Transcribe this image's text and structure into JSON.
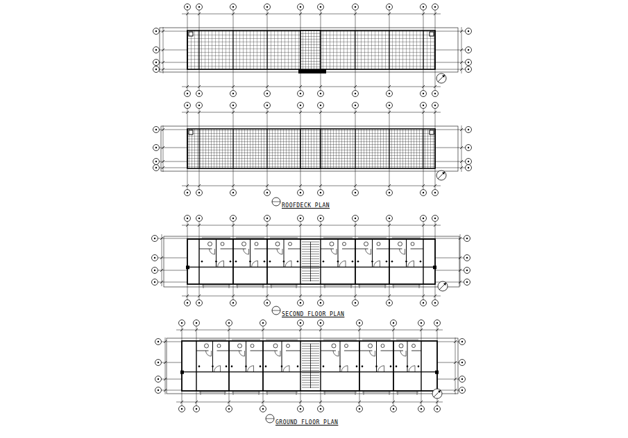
{
  "diagram": {
    "labels": [
      "ROOFDECK PLAN",
      "SECOND FLOOR PLAN",
      "GROUND FLOOR PLAN"
    ]
  }
}
